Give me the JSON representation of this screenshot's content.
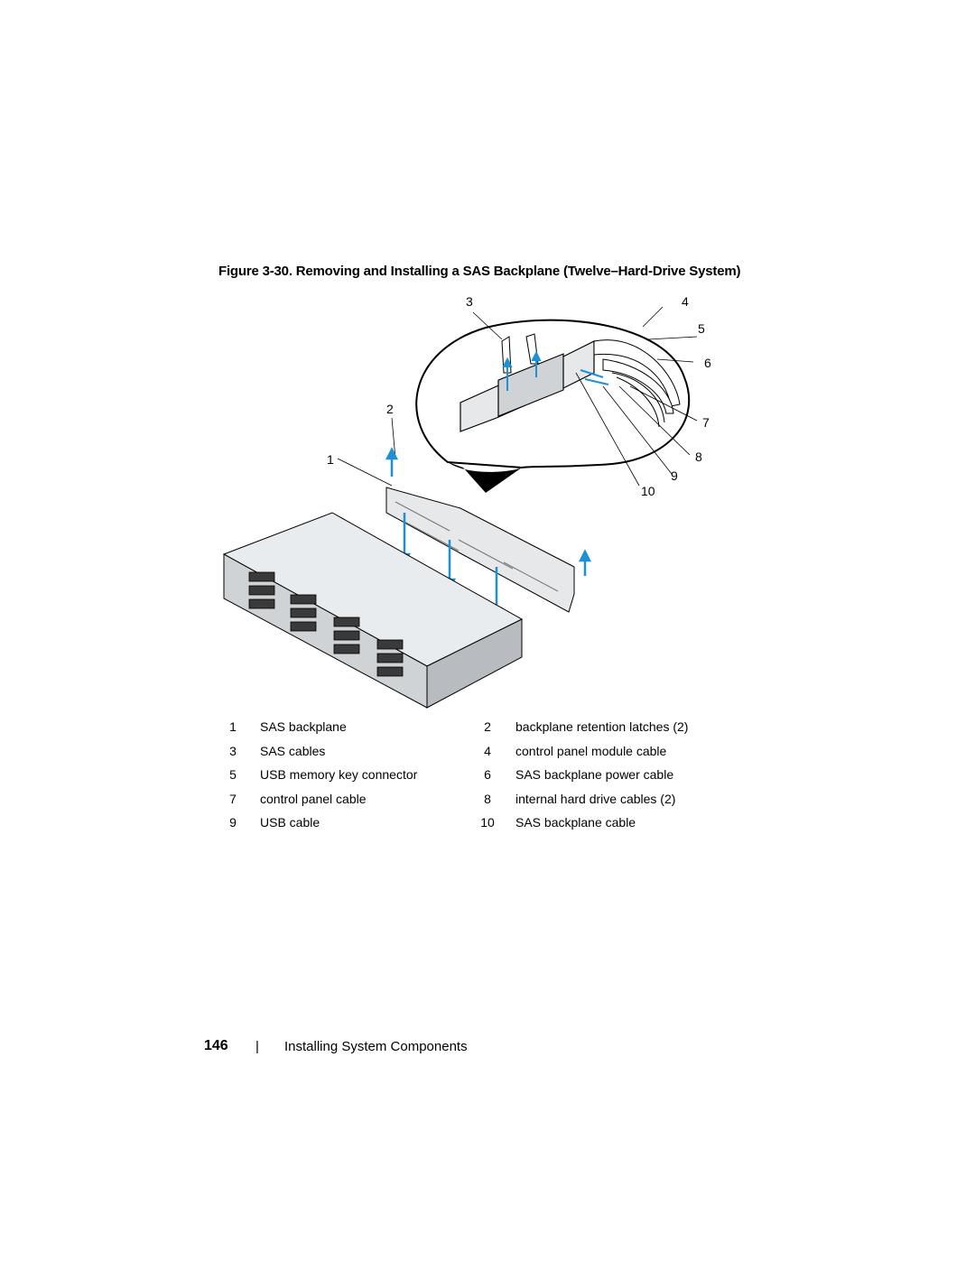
{
  "figure": {
    "caption": "Figure 3-30.    Removing and Installing a SAS Backplane (Twelve–Hard-Drive System)",
    "callouts": [
      "1",
      "2",
      "3",
      "4",
      "5",
      "6",
      "7",
      "8",
      "9",
      "10"
    ]
  },
  "legend": [
    {
      "left_num": "1",
      "left_text": "SAS backplane",
      "right_num": "2",
      "right_text": "backplane retention latches (2)"
    },
    {
      "left_num": "3",
      "left_text": "SAS cables",
      "right_num": "4",
      "right_text": "control panel module cable"
    },
    {
      "left_num": "5",
      "left_text": "USB memory key connector",
      "right_num": "6",
      "right_text": "SAS backplane power cable"
    },
    {
      "left_num": "7",
      "left_text": "control panel cable",
      "right_num": "8",
      "right_text": "internal hard drive cables (2)"
    },
    {
      "left_num": "9",
      "left_text": "USB cable",
      "right_num": "10",
      "right_text": "SAS backplane cable"
    }
  ],
  "footer": {
    "page_number": "146",
    "separator": "|",
    "section_title": "Installing System Components"
  },
  "colors": {
    "arrow": "#1e90d6",
    "outline": "#000000",
    "chassis_gray": "#cfd3d6"
  }
}
